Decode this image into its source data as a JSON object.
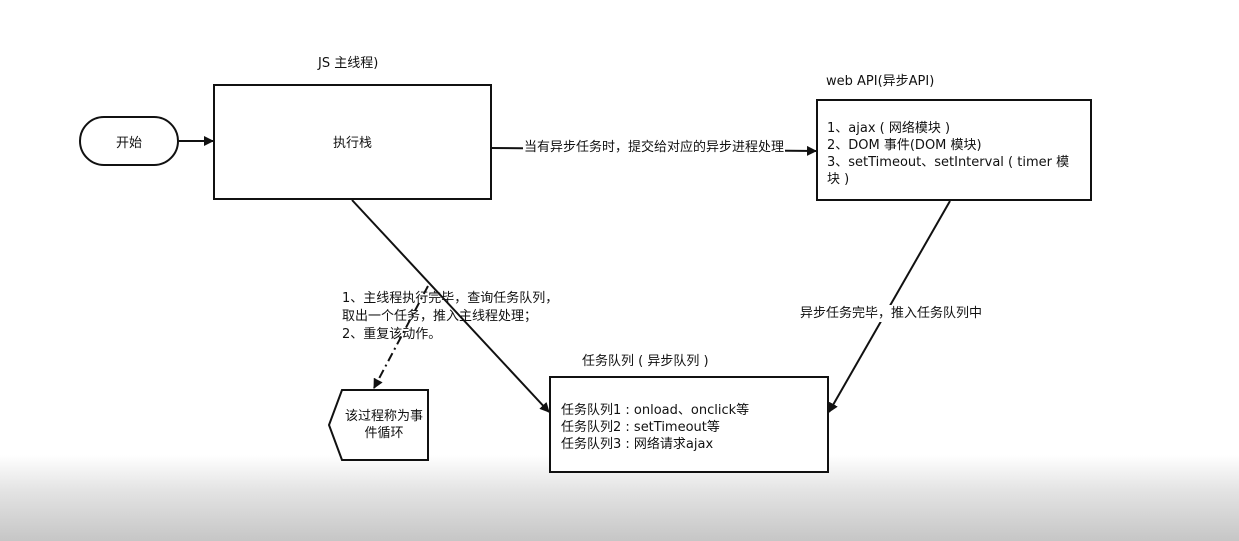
{
  "start": {
    "label": "开始"
  },
  "main_thread": {
    "title": "JS 主线程)",
    "stack_label": "执行栈"
  },
  "web_api": {
    "title": "web API(异步API)",
    "items": [
      "1、ajax ( 网络模块 )",
      "2、DOM 事件(DOM 模块)",
      "3、setTimeout、setInterval ( timer 模",
      "块 )"
    ]
  },
  "task_queue": {
    "title": "任务队列 ( 异步队列 )",
    "items": [
      "任务队列1 :  onload、onclick等",
      "任务队列2 : setTimeout等",
      "任务队列3 : 网络请求ajax"
    ]
  },
  "edges": {
    "stack_to_webapi": "当有异步任务时，提交给对应的异步进程处理",
    "webapi_to_queue": "异步任务完毕，推入任务队列中",
    "loop_note": [
      "1、主线程执行完毕，查询任务队列，",
      "取出一个任务，推入主线程处理；",
      "2、重复该动作。"
    ]
  },
  "event_loop": {
    "lines": [
      "该过程称为事",
      "件循环"
    ]
  }
}
